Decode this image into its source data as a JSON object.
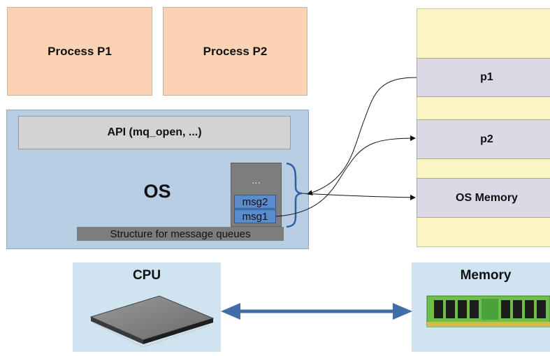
{
  "processes": [
    {
      "label": "Process P1"
    },
    {
      "label": "Process P2"
    }
  ],
  "os": {
    "label": "OS",
    "api_label": "API (mq_open, ...)",
    "queue": {
      "ellipsis": "...",
      "messages": [
        "msg2",
        "msg1"
      ],
      "structure_label": "Structure for message queues"
    }
  },
  "memory_map": {
    "segments": [
      "p1",
      "p2",
      "OS Memory"
    ]
  },
  "hardware": {
    "cpu_label": "CPU",
    "memory_label": "Memory"
  },
  "colors": {
    "process_fill": "#f9d3b3",
    "os_fill": "#b7cde4",
    "api_fill": "#d4d4d4",
    "queue_fill": "#7d7d7d",
    "message_fill": "#5a8ccc",
    "memory_column_fill": "#fbf5c4",
    "memory_segment_fill": "#dcd8e6",
    "hardware_panel_fill": "#cfe3f1",
    "bus_arrow": "#3f6fa8"
  },
  "icons": [
    "cpu-chip-icon",
    "ram-module-icon",
    "brace-icon"
  ]
}
